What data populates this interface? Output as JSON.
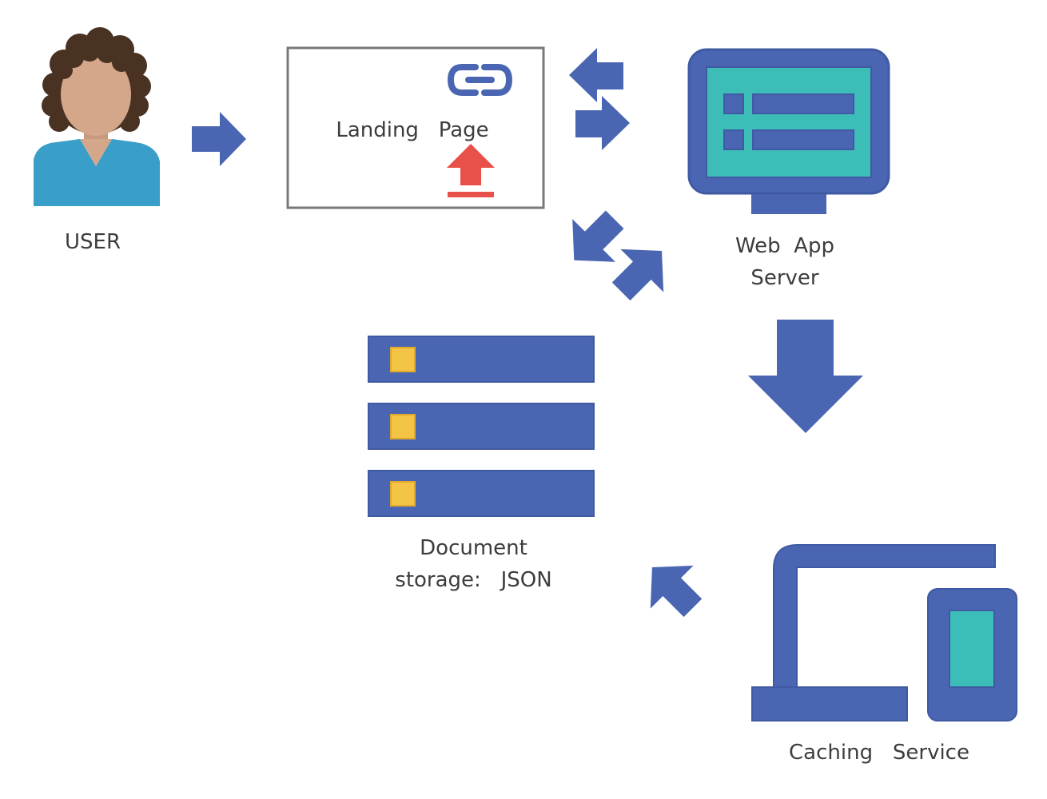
{
  "nodes": {
    "user": {
      "label": "USER"
    },
    "landing_page": {
      "label": "Landing   Page"
    },
    "web_app_server": {
      "label_line1": "Web  App",
      "label_line2": "Server"
    },
    "document_storage": {
      "label_line1": "Document",
      "label_line2": "storage:   JSON"
    },
    "caching_service": {
      "label": "Caching   Service"
    }
  },
  "colors": {
    "arrow": "#4A66B3",
    "teal": "#3DBDB8",
    "yellow": "#F3C445",
    "red": "#E8504A",
    "skin": "#D4A68A",
    "shirt": "#3A9FC8",
    "hair": "#4A3222",
    "frame": "#7A7A7A"
  },
  "icons": [
    "user-avatar-icon",
    "link-icon",
    "upload-icon",
    "monitor-icon",
    "database-icon",
    "laptop-icon",
    "phone-icon"
  ]
}
